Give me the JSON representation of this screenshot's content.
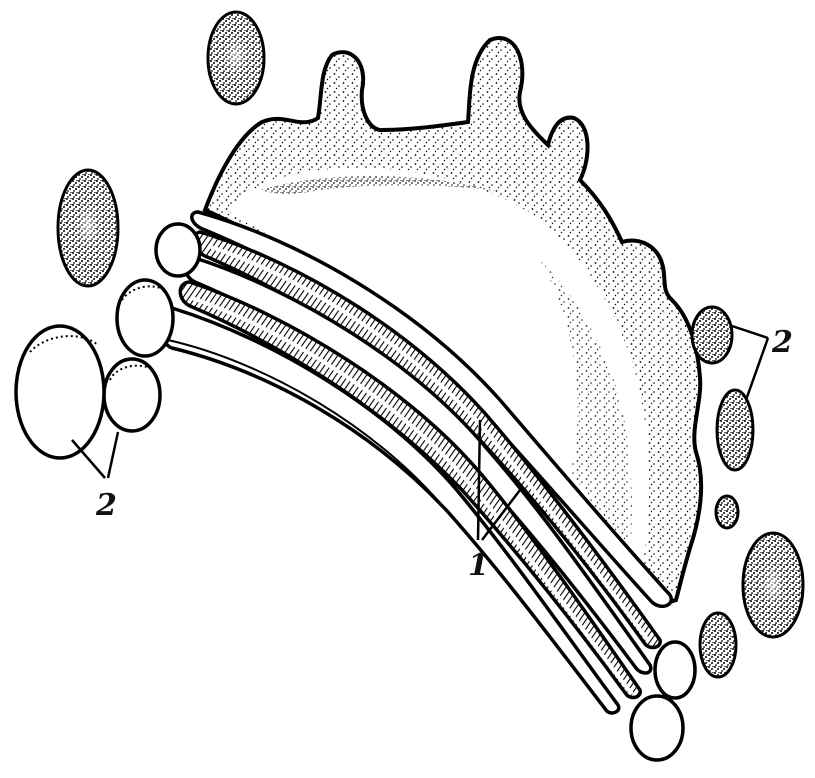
{
  "diagram": {
    "labels": {
      "cisternae": "1",
      "vesicles_left": "2",
      "vesicles_right": "2"
    }
  }
}
